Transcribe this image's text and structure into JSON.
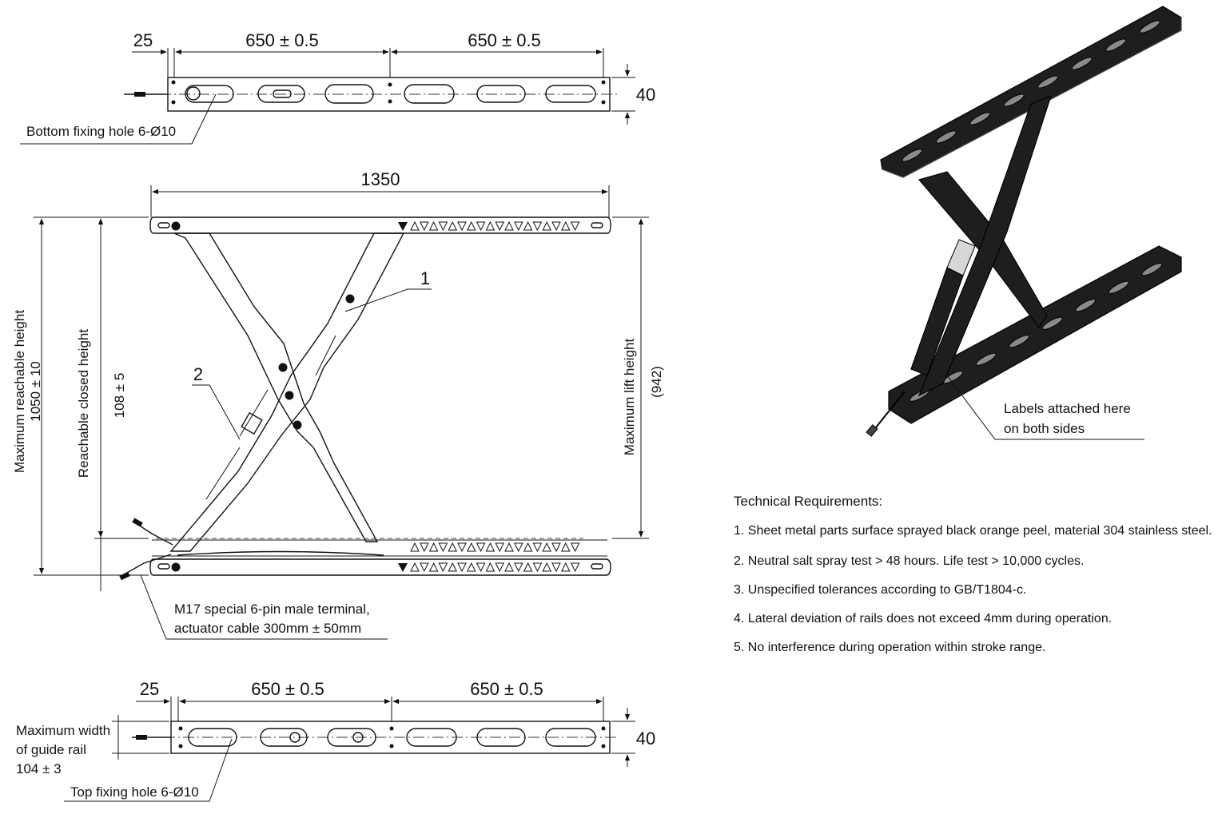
{
  "top_view": {
    "dim_offset": "25",
    "dim_span_1": "650 ± 0.5",
    "dim_span_2": "650 ± 0.5",
    "dim_height": "40",
    "callout": "Bottom fixing hole 6-Ø10"
  },
  "side_view": {
    "dim_length": "1350",
    "max_reachable_height_label": "Maximum reachable height",
    "max_reachable_height_value": "1050 ± 10",
    "closed_height_label": "Reachable closed height",
    "closed_height_value": "108 ± 5",
    "max_lift_height_label": "Maximum lift height",
    "max_lift_height_value": "(942)",
    "part_1": "1",
    "part_2": "2",
    "cable_callout_line1": "M17 special 6-pin male terminal,",
    "cable_callout_line2": "actuator cable 300mm ± 50mm"
  },
  "bottom_view": {
    "dim_offset": "25",
    "dim_span_1": "650 ± 0.5",
    "dim_span_2": "650 ± 0.5",
    "dim_height": "40",
    "width_label_line1": "Maximum width",
    "width_label_line2": "of guide rail",
    "width_label_line3": "104 ± 3",
    "callout": "Top fixing hole 6-Ø10"
  },
  "iso_view": {
    "label_line1": "Labels attached here",
    "label_line2": "on both sides"
  },
  "requirements": {
    "title": "Technical Requirements:",
    "items": [
      "1.  Sheet metal parts surface sprayed black orange peel, material 304 stainless steel.",
      "2.  Neutral salt spray test > 48 hours. Life test > 10,000 cycles.",
      "3.  Unspecified tolerances according to GB/T1804-c.",
      "4.  Lateral deviation of rails does not exceed 4mm during operation.",
      "5.  No interference during operation within stroke range."
    ]
  }
}
